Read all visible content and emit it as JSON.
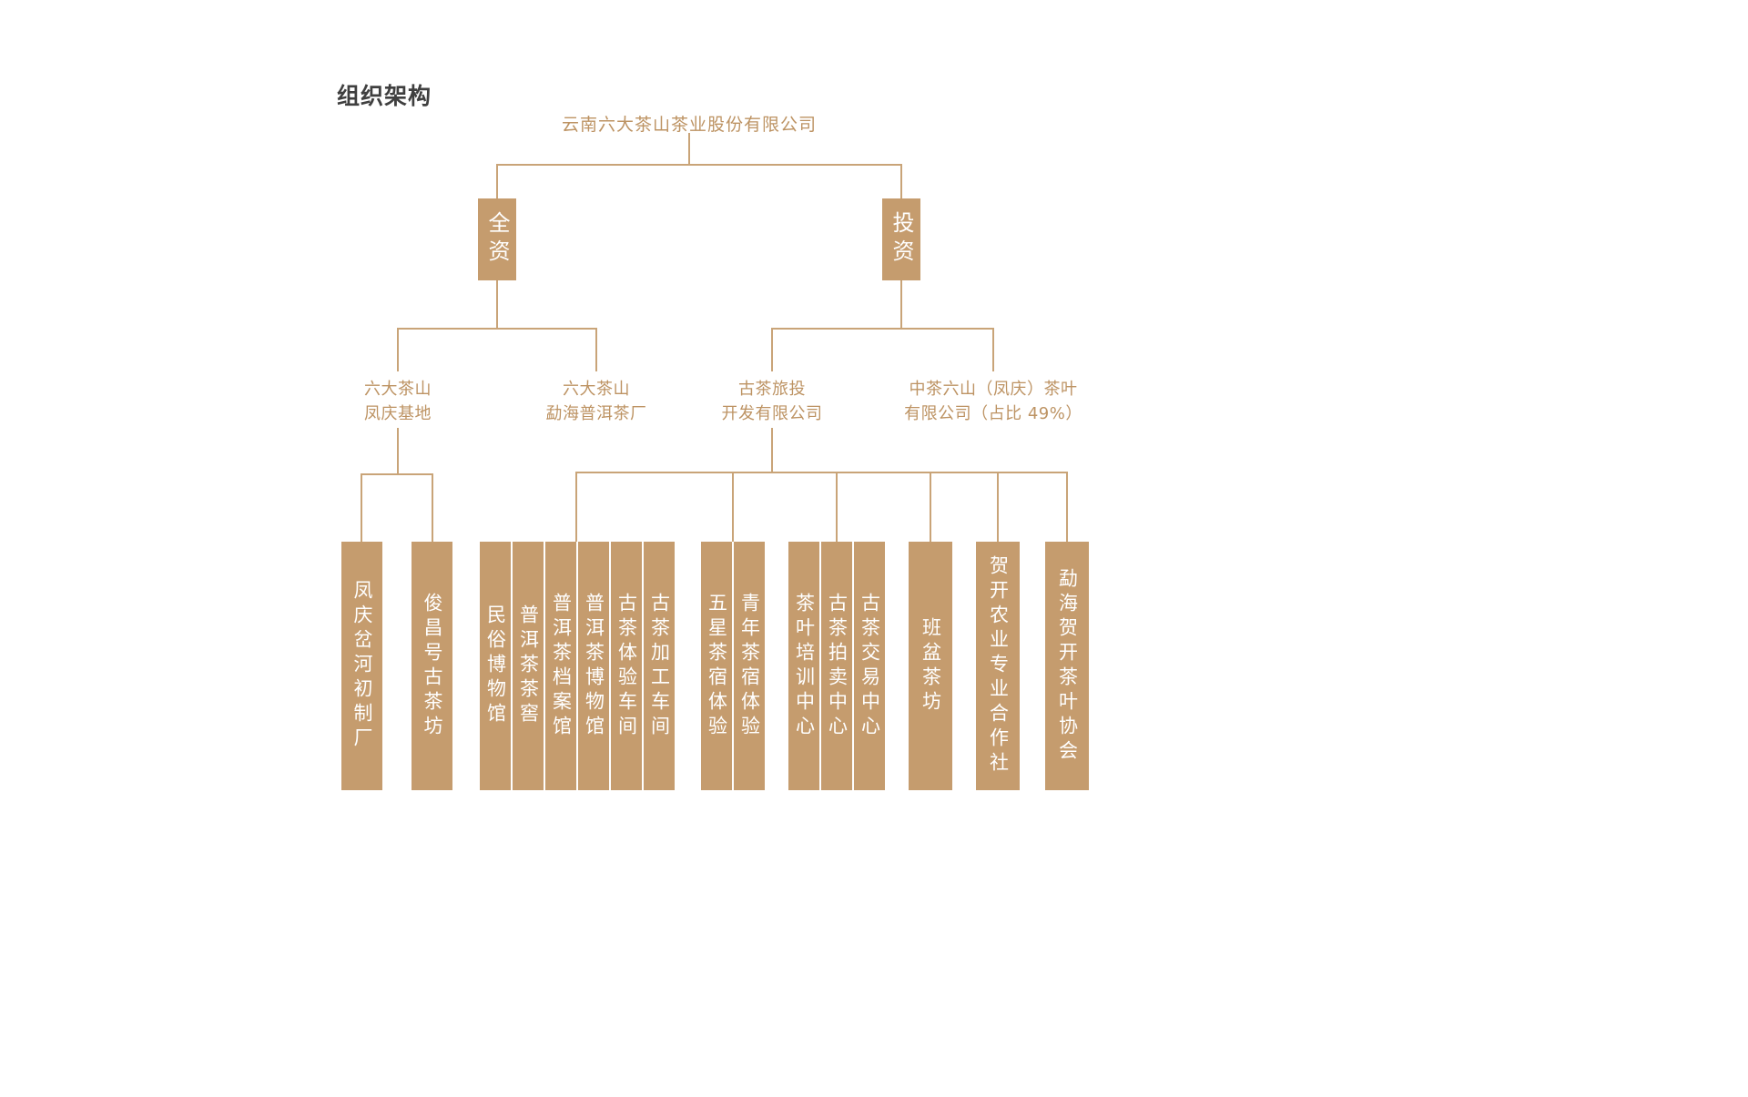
{
  "title": "组织架构",
  "colors": {
    "background": "#ffffff",
    "accent": "#c59c6e",
    "line": "#c9a478",
    "label_text": "#bd9363",
    "title_text": "#3f3f3f",
    "box_text": "#ffffff"
  },
  "org": {
    "root": "云南六大茶山茶业股份有限公司",
    "branches": [
      {
        "relation": "全资",
        "children": [
          {
            "name": [
              "六大茶山",
              "凤庆基地"
            ],
            "units": [
              "凤庆岔河初制厂",
              "俊昌号古茶坊"
            ]
          },
          {
            "name": [
              "六大茶山",
              "勐海普洱茶厂"
            ],
            "units": []
          }
        ]
      },
      {
        "relation": "投资",
        "children": [
          {
            "name": [
              "古茶旅投",
              "开发有限公司"
            ],
            "unit_groups": [
              [
                "民俗博物馆",
                "普洱茶茶窖",
                "普洱茶档案馆",
                "普洱茶博物馆",
                "古茶体验车间",
                "古茶加工车间"
              ],
              [
                "五星茶宿体验",
                "青年茶宿体验"
              ],
              [
                "茶叶培训中心",
                "古茶拍卖中心",
                "古茶交易中心"
              ],
              [
                "班盆茶坊"
              ],
              [
                "贺开农业专业合作社"
              ],
              [
                "勐海贺开茶叶协会"
              ]
            ]
          },
          {
            "name": [
              "中茶六山（凤庆）茶叶",
              "有限公司（占比 49%）"
            ],
            "unit_groups": []
          }
        ]
      }
    ]
  }
}
